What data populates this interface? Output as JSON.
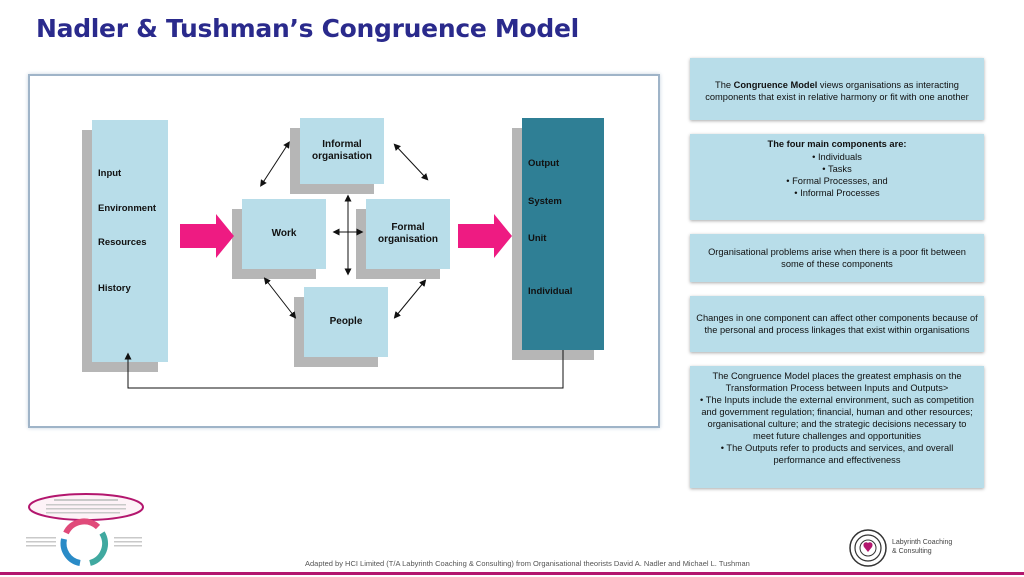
{
  "title": "Nadler & Tushman’s Congruence Model",
  "inputs": {
    "items": [
      "Input",
      "Environment",
      "Resources",
      "History"
    ]
  },
  "process": {
    "informal": "Informal organisation",
    "work": "Work",
    "formal": "Formal organisation",
    "people": "People"
  },
  "outputs": {
    "items": [
      "Output",
      "System",
      "Unit",
      "Individual"
    ]
  },
  "panels": {
    "p1_prefix": "The ",
    "p1_bold": "Congruence Model",
    "p1_rest": " views organisations as interacting components that exist in relative harmony or fit with one another",
    "p2_heading": "The four main components are:",
    "p2_items": [
      "Individuals",
      "Tasks",
      "Formal Processes, and",
      "Informal Processes"
    ],
    "p3": "Organisational problems arise when there is a poor fit between some of these components",
    "p4": "Changes in one component can affect other components because of the personal and process linkages that exist within organisations",
    "p5_intro": "The Congruence Model places the greatest emphasis on the Transformation Process between Inputs and Outputs>",
    "p5_b1": "The Inputs include the external environment, such as competition and government regulation; financial, human and other resources; organisational culture; and the strategic decisions necessary to meet future challenges and opportunities",
    "p5_b2": "The Outputs refer to products and services, and overall performance and effectiveness"
  },
  "footer": "Adapted by HCI Limited (T/A Labyrinth Coaching & Consulting) from Organisational theorists David A. Nadler and Michael L. Tushman",
  "logo": {
    "line1": "Labyrinth Coaching",
    "line2": "& Consulting"
  },
  "colors": {
    "title": "#2a2a8c",
    "light_box": "#b8dde9",
    "dark_box": "#2f7f95",
    "arrow": "#ee1b82",
    "accent_line": "#b3166e"
  }
}
